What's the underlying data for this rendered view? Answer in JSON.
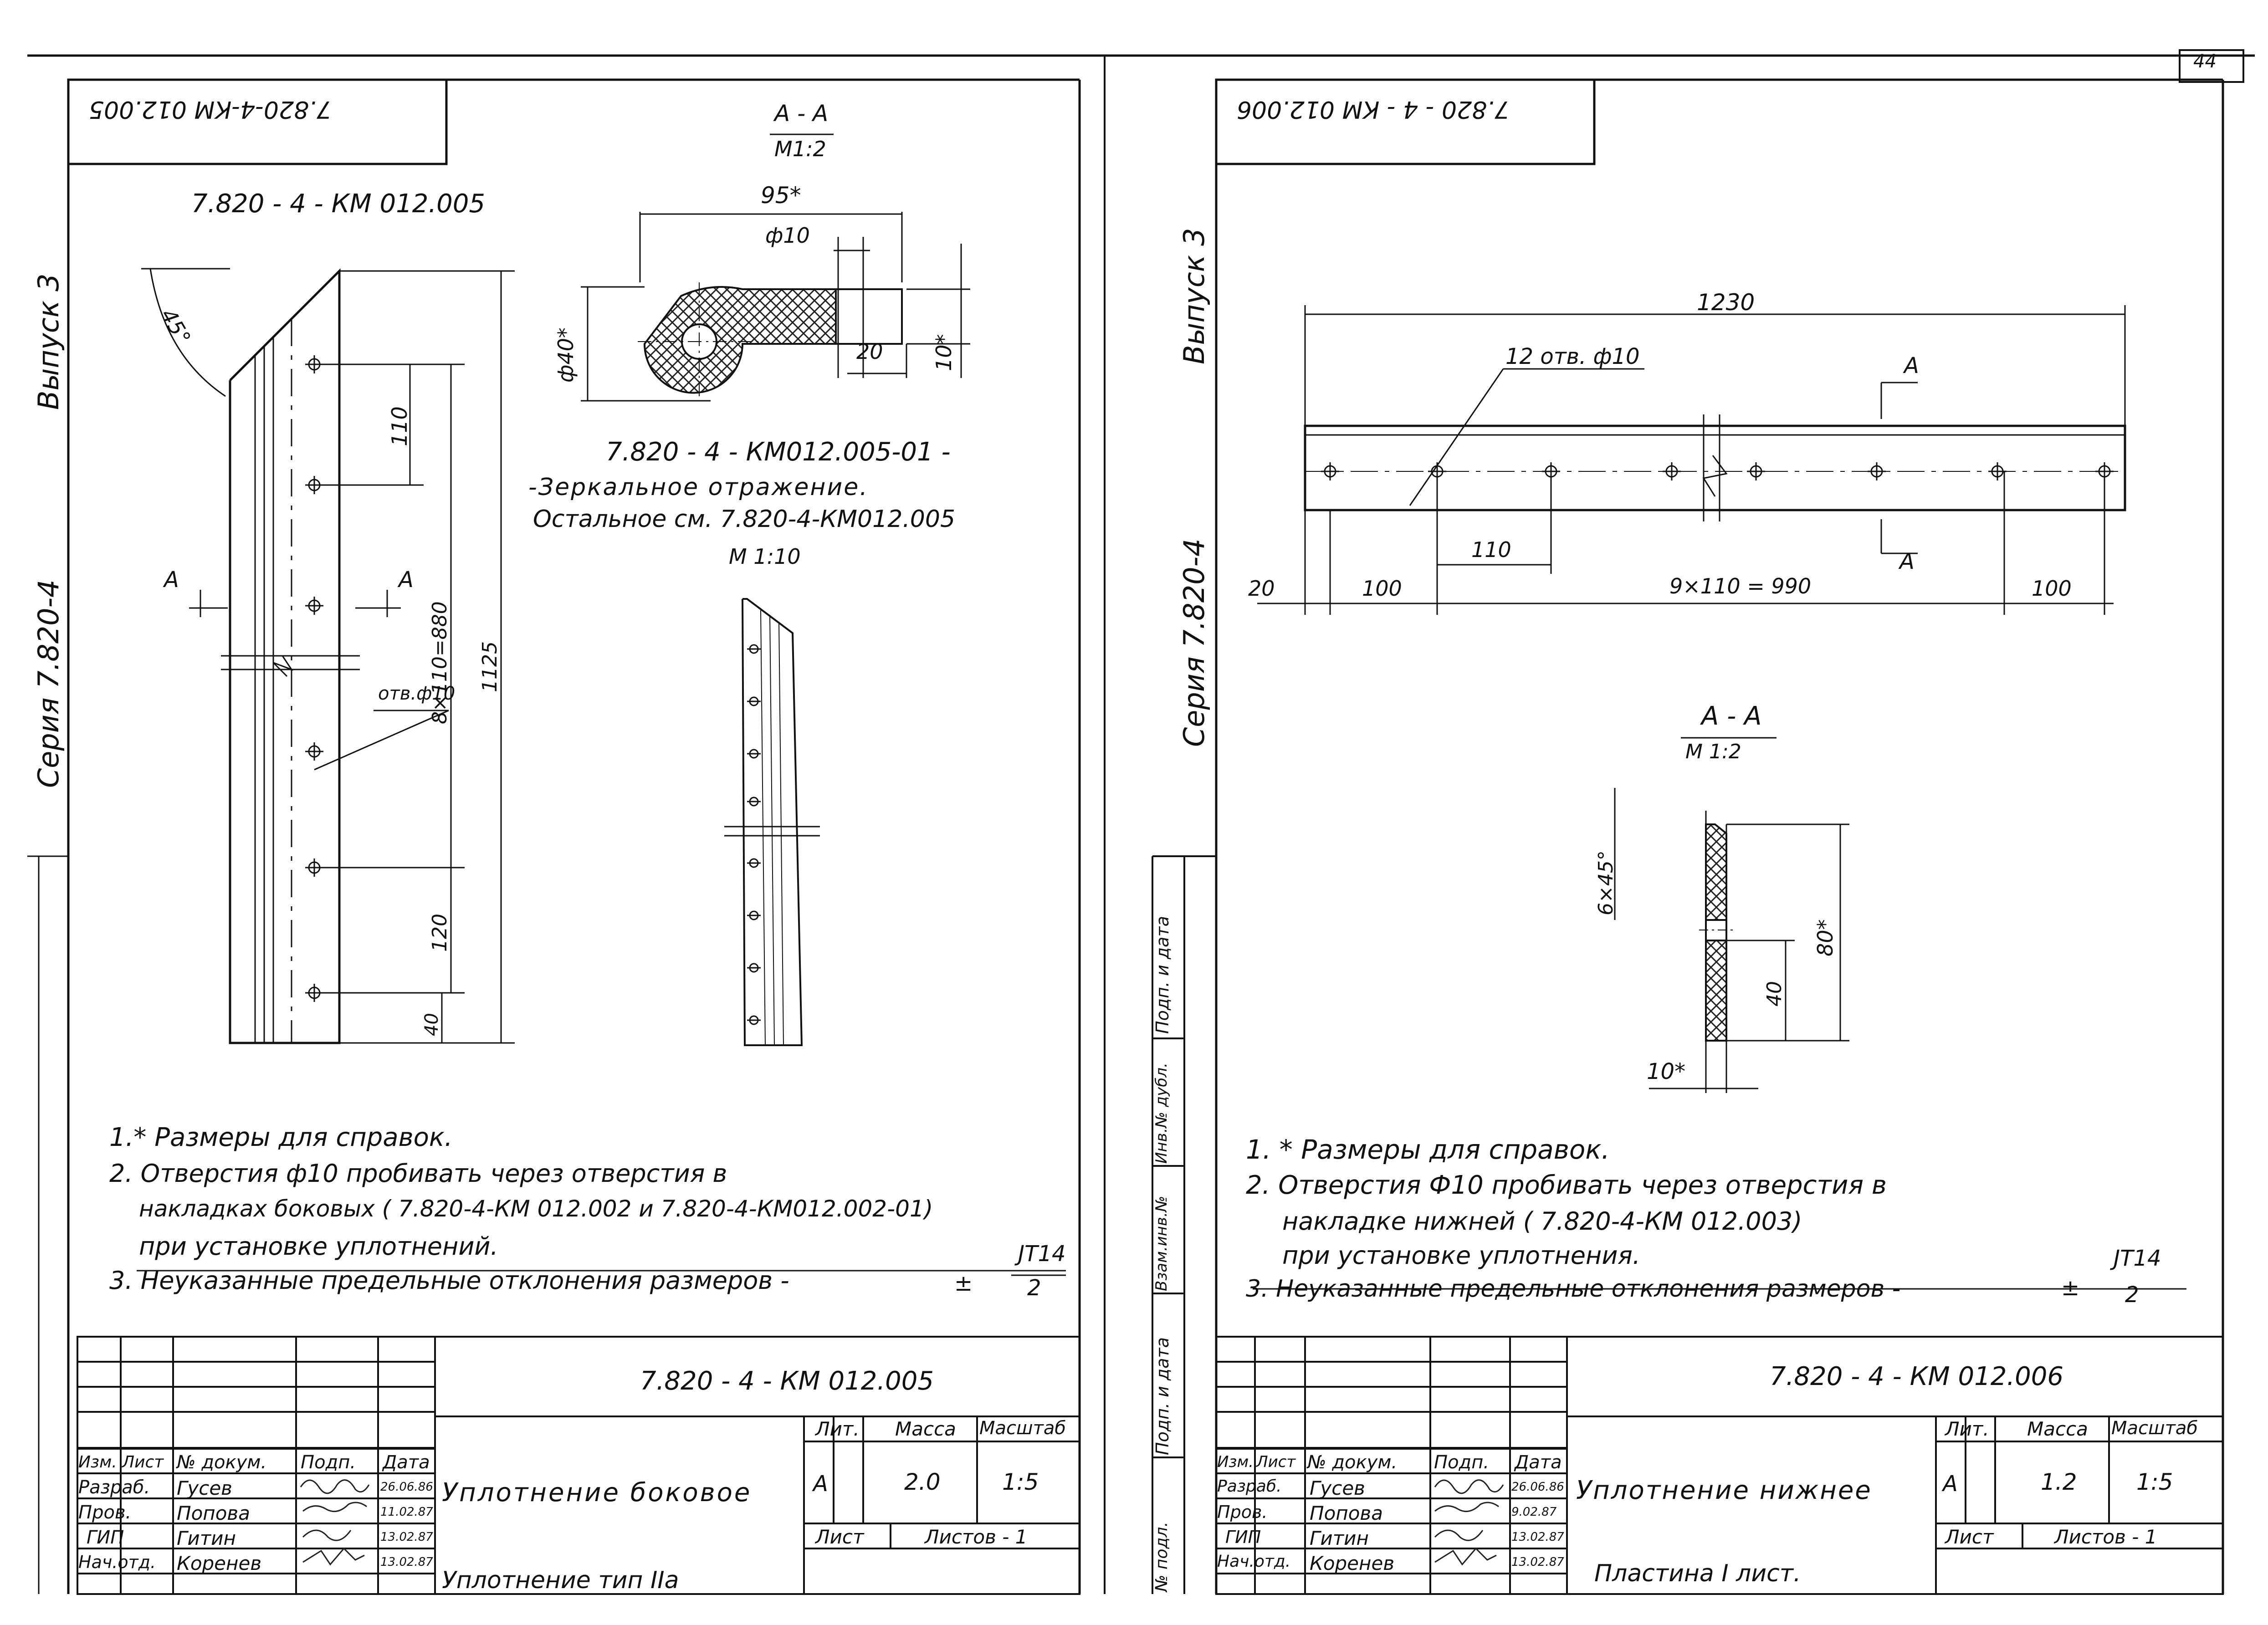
{
  "page_number": "44",
  "left": {
    "stamp_code": "7.820-4-КМ 012.005",
    "vypusk": "Выпуск 3",
    "seria": "Серия 7.820-4",
    "top_code": "7.820 - 4 - КМ 012.005",
    "section_title": "А - А",
    "section_scale": "М1:2",
    "dim_95": "95*",
    "dim_phi10": "ф10",
    "dim_phi40": "ф40*",
    "dim_20": "20",
    "dim_10": "10*",
    "angle": "45°",
    "dim_110": "110",
    "dim_8x110": "8×110=880",
    "dim_1125": "1125",
    "dim_120": "120",
    "dim_40": "40",
    "hole_label": "отв.ф10",
    "cut_a_left": "А",
    "cut_a_right": "А",
    "mirror_line1": "7.820 - 4 - КМ012.005-01 -",
    "mirror_line2": "-Зеркальное отражение.",
    "mirror_line3": "Остальное см.   7.820-4-КМ012.005",
    "small_scale": "М 1:10",
    "notes": [
      "1.* Размеры для справок.",
      "2. Отверстия ф10 пробивать через отверстия в",
      "накладках боковых  (   7.820-4-КМ 012.002 и 7.820-4-КМ012.002-01)",
      "при установке уплотнений.",
      "3. Неуказанные предельные отклонения размеров -"
    ],
    "tolerance_num": "JT14",
    "tolerance_den": "2",
    "tolerance_sign": "±",
    "title_code": "7.820 - 4 - КМ 012.005",
    "title_name": "Уплотнение боковое",
    "title_next": "Уплотнение  тип IIа",
    "lit_header": "Лит.",
    "mass_header": "Масса",
    "scale_header": "Масштаб",
    "lit_value": "А",
    "mass_value": "2.0",
    "scale_value": "1:5",
    "sheet_label": "Лист",
    "sheets_label": "Листов - 1",
    "headers": [
      "Изм.",
      "Лист",
      "№ докум.",
      "Подп.",
      "Дата"
    ],
    "rows": [
      {
        "role": "Разраб.",
        "name": "Гусев",
        "date": "26.06.86"
      },
      {
        "role": "Пров.",
        "name": "Попова",
        "date": "11.02.87"
      },
      {
        "role": "ГИП",
        "name": "Гитин",
        "date": "13.02.87"
      },
      {
        "role": "Нач.отд.",
        "name": "Коренев",
        "date": "13.02.87"
      }
    ]
  },
  "right": {
    "stamp_code": "7.820 - 4 - КМ 012.006",
    "vypusk": "Выпуск 3",
    "seria": "Серия 7.820-4",
    "dim_1230": "1230",
    "holes_label": "12 отв. ф10",
    "dim_110": "110",
    "dim_20": "20",
    "dim_100a": "100",
    "dim_990": "9×110 = 990",
    "dim_100b": "100",
    "cut_a_top": "А",
    "cut_a_bottom": "А",
    "section_title": "А - А",
    "section_scale": "М 1:2",
    "dim_6x45": "6×45°",
    "dim_80": "80*",
    "dim_40": "40",
    "dim_10": "10*",
    "side_stamp": [
      "Взам.инв.№",
      "Инв.№ дубл.",
      "Подп. и дата",
      "Подп. и дата",
      "№ подл."
    ],
    "notes": [
      "1. * Размеры для справок.",
      "2. Отверстия Ф10 пробивать через отверстия в",
      "накладке нижней (   7.820-4-КМ 012.003)",
      "при установке уплотнения.",
      "3. Неуказанные предельные отклонения  размеров -"
    ],
    "tolerance_num": "JT14",
    "tolerance_den": "2",
    "tolerance_sign": "±",
    "title_code": "7.820 - 4 - КМ 012.006",
    "title_name": "Уплотнение нижнее",
    "title_next": "Пластина I  лист.",
    "lit_header": "Лит.",
    "mass_header": "Масса",
    "scale_header": "Масштаб",
    "lit_value": "А",
    "mass_value": "1.2",
    "scale_value": "1:5",
    "sheet_label": "Лист",
    "sheets_label": "Листов - 1",
    "headers": [
      "Изм.",
      "Лист",
      "№ докум.",
      "Подп.",
      "Дата"
    ],
    "rows": [
      {
        "role": "Разраб.",
        "name": "Гусев",
        "date": "26.06.86"
      },
      {
        "role": "Пров.",
        "name": "Попова",
        "date": "9.02.87"
      },
      {
        "role": "ГИП",
        "name": "Гитин",
        "date": "13.02.87"
      },
      {
        "role": "Нач.отд.",
        "name": "Коренев",
        "date": "13.02.87"
      }
    ]
  }
}
